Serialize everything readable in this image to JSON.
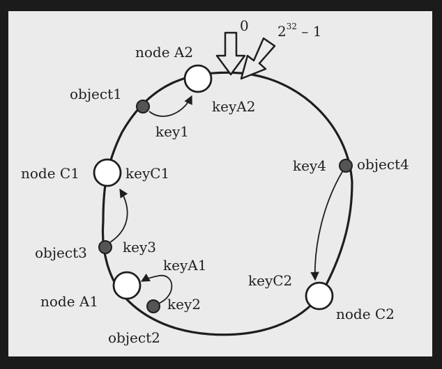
{
  "ring": {
    "zero_label": "0",
    "max_base": "2",
    "max_exp": "32",
    "max_tail": " – 1"
  },
  "nodes": [
    {
      "id": "A2",
      "label": "node A2",
      "key": "keyA2"
    },
    {
      "id": "C1",
      "label": "node C1",
      "key": "keyC1"
    },
    {
      "id": "A1",
      "label": "node A1",
      "key": "keyA1"
    },
    {
      "id": "C2",
      "label": "node C2",
      "key": "keyC2"
    }
  ],
  "objects": [
    {
      "id": "object1",
      "label": "object1",
      "key": "key1"
    },
    {
      "id": "object2",
      "label": "object2",
      "key": "key2"
    },
    {
      "id": "object3",
      "label": "object3",
      "key": "key3"
    },
    {
      "id": "object4",
      "label": "object4",
      "key": "key4"
    }
  ],
  "colors": {
    "paper": "#ebebeb",
    "ink": "#1e1e1e",
    "object_fill": "#555555",
    "node_fill": "#ffffff"
  }
}
